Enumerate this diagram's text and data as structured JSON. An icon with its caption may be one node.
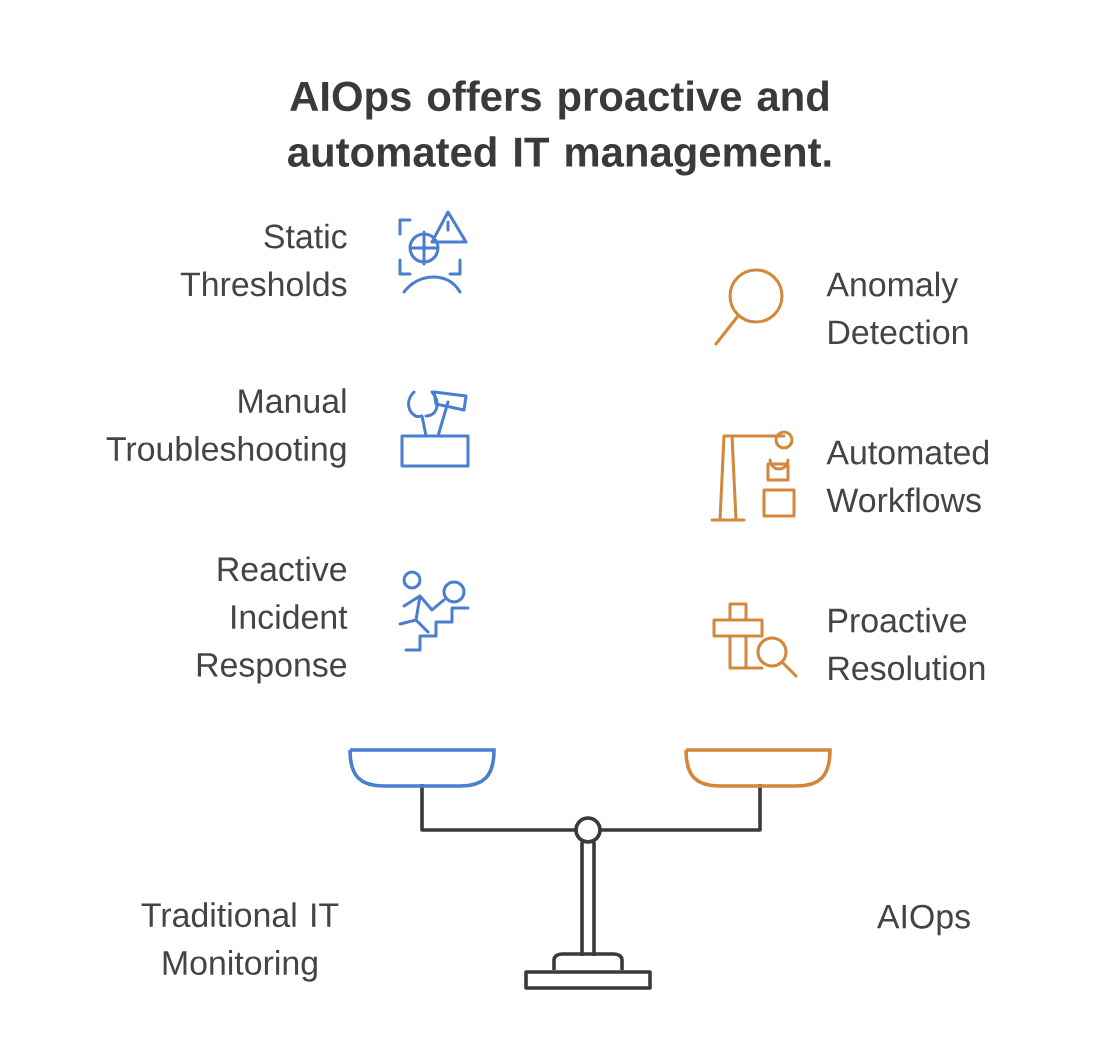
{
  "diagram": {
    "title": "AIOps offers proactive and automated IT management.",
    "labels": [
      "Static Thresholds",
      "Anomaly Detection",
      "Manual Troubleshooting",
      "Automated Workflows",
      "Reactive Incident Response",
      "Proactive Resolution",
      "Traditional IT Monitoring",
      "AIOps"
    ]
  }
}
